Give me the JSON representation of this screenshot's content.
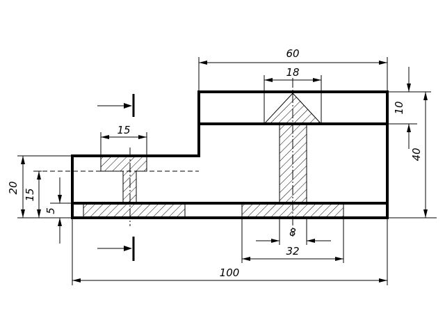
{
  "dimensions": {
    "total_length": "100",
    "top_width": "60",
    "cone_width": "18",
    "left_step_width": "15",
    "stem_width": "8",
    "slot_width": "32",
    "left_height": "20",
    "inner_height": "15",
    "base_thickness": "5",
    "top_height": "10",
    "right_height": "40"
  }
}
